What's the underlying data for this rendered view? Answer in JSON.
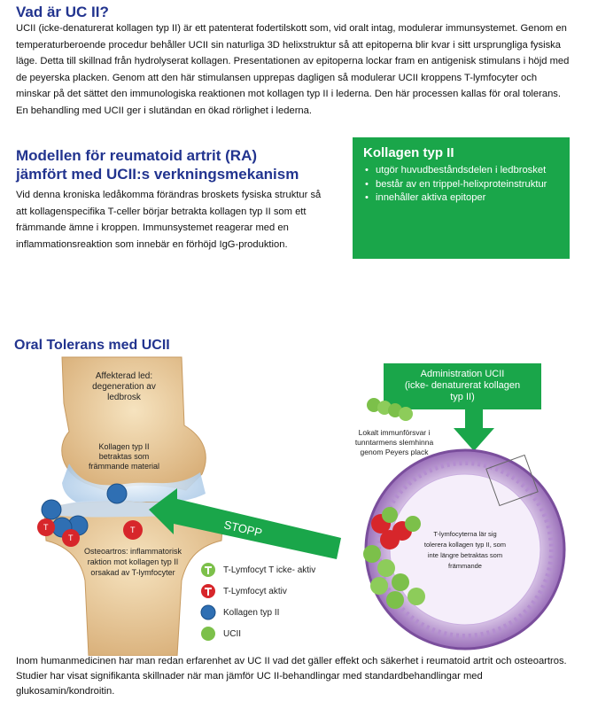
{
  "intro": {
    "title": "Vad är UC II?",
    "body": "UCII (icke-denaturerat kollagen typ II) är ett patenterat fodertilskott som, vid oralt intag, modulerar immunsystemet. Genom en temperaturberoende procedur behåller UCII sin naturliga 3D helixstruktur så att epitoperna blir kvar i sitt ursprungliga fysiska läge. Detta till skillnad från hydrolyserat kollagen. Presentationen av epitoperna lockar fram en antigenisk stimulans i höjd med de peyerska placken. Genom att den här stimulansen upprepas dagligen så modulerar UCII kroppens T-lymfocyter och minskar på det sättet den immunologiska reaktionen mot kollagen typ II i lederna. Den här processen kallas för oral tolerans. En behandling med UCII ger i slutändan en ökad rörlighet i lederna."
  },
  "model": {
    "title_line1": "Modellen för reumatoid artrit (RA)",
    "title_line2": "jämfört med UCII:s verkningsmekanism",
    "body": "Vid denna kroniska ledåkomma förändras broskets fysiska struktur så att kollagenspecifika T-celler börjar betrakta kollagen typ II som ett främmande ämne i kroppen. Immunsystemet reagerar med en inflammationsreaktion som innebär en förhöjd IgG-produktion."
  },
  "collagen_box": {
    "title": "Kollagen typ II",
    "items": [
      "utgör huvudbeståndsdelen i ledbrosket",
      "består av en trippel-helixproteinstruktur",
      "innehåller aktiva epitoper"
    ]
  },
  "oral": {
    "title": "Oral Tolerans med UCII"
  },
  "diagram": {
    "joint_label_1": "Affekterad led:",
    "joint_label_2": "degeneration av",
    "joint_label_3": "ledbrosk",
    "collagen_label_1": "Kollagen typ II",
    "collagen_label_2": "betraktas som",
    "collagen_label_3": "främmande material",
    "osteo_label_1": "Osteoartros: inflammatorisk",
    "osteo_label_2": "raktion mot kollagen typ II",
    "osteo_label_3": "orsakad av T-lymfocyter",
    "stop_label": "STOPP",
    "admin_label_1": "Administration UCII",
    "admin_label_2": "(icke- denaturerat kollagen",
    "admin_label_3": "typ II)",
    "local_label_1": "Lokalt immunförsvar i",
    "local_label_2": "tunntarmens slemhinna",
    "local_label_3": "genom Peyers plack",
    "t_label_1": "T-lymfocyterna lär sig",
    "t_label_2": "tolerera kollagen typ II, som",
    "t_label_3": "inte längre betraktas som",
    "t_label_4": "främmande",
    "t_marker": "T"
  },
  "legend": [
    {
      "icon": "t-lymphocyte-inactive-icon",
      "label": "T-Lymfocyt T icke- aktiv"
    },
    {
      "icon": "t-lymphocyte-active-icon",
      "label": "T-Lymfocyt aktiv"
    },
    {
      "icon": "collagen-type-ii-icon",
      "label": "Kollagen typ II"
    },
    {
      "icon": "ucii-icon",
      "label": "UCII"
    }
  ],
  "footer": {
    "body": "Inom humanmedicinen har man redan erfarenhet av UC II vad det gäller effekt och säkerhet i reumatoid artrit och osteoartros. Studier har visat signifikanta skillnader när man jämför UC II-behandlingar med standardbehandlingar med glukosamin/kondroitin."
  },
  "colors": {
    "heading_blue": "#22348f",
    "green": "#1aa64a",
    "red": "#d7262b"
  }
}
